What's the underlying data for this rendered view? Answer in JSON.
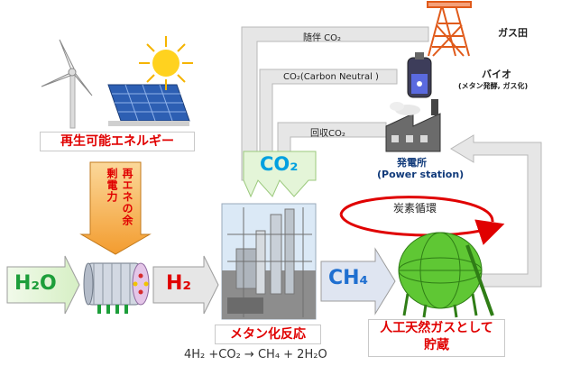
{
  "flows": {
    "byproduct_co2": "随伴 CO₂",
    "carbon_neutral_co2": "CO₂(Carbon Neutral )",
    "recovered_co2": "回収CO₂"
  },
  "sources": {
    "gas_field": "ガス田",
    "bio": "バイオ",
    "bio_sub": "(メタン発酵, ガス化)",
    "power_station_jp": "発電所",
    "power_station_en": "(Power station)"
  },
  "co2_badge": "CO₂",
  "renewable": {
    "title": "再生可能エネルギー",
    "surplus": "再エネの余剰電力"
  },
  "process": {
    "h2o": "H₂O",
    "h2": "H₂",
    "ch4": "CH₄",
    "methanation": "メタン化反応",
    "equation": "4H₂ +CO₂ → CH₄ + 2H₂O",
    "storage_line1": "人工天然ガスとして",
    "storage_line2": "貯蔵",
    "carbon_cycle": "炭素循環"
  },
  "colors": {
    "arrow_gray": "#e0e0e0",
    "arrow_green": "#e4f5d8",
    "co2_blue": "#00a0e0",
    "ch4_blue": "#1f6fd0",
    "accent_red": "#e00000",
    "tank_green": "#4cbb17",
    "banner_orange": "#f7b45a"
  }
}
